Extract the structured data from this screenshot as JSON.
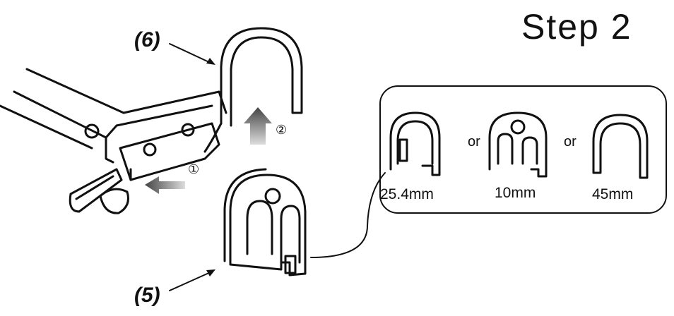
{
  "title": "Step 2",
  "callouts": {
    "clip_hook": "(6)",
    "clip_adapter": "(5)"
  },
  "steps": {
    "step1": "①",
    "step2": "②"
  },
  "options": {
    "separator": "or",
    "items": [
      {
        "label": "25.4mm",
        "icon": "adapter-25mm-icon"
      },
      {
        "label": "10mm",
        "icon": "adapter-10mm-icon"
      },
      {
        "label": "45mm",
        "icon": "hook-45mm-icon"
      }
    ]
  },
  "colors": {
    "line": "#111111",
    "arrow_gradient_start": "#444444",
    "arrow_gradient_end": "#dddddd"
  }
}
